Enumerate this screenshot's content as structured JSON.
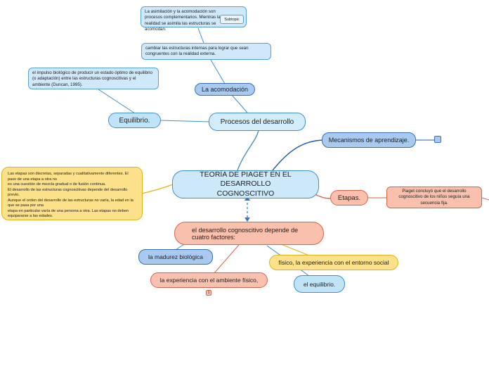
{
  "central": "TEORÍA DE PIAGET EN EL DESARROLLO COGNOSCITIVO",
  "procesos": "Procesos del desarrollo",
  "acomodacion": "La acomodación",
  "cambiar": "cambiar las estructuras internas para lograr que sean congruentes con la realidad externa.",
  "asimilacion": "La asimilación y la acomodación son procesos complementarios. Mientras la realidad se asimila las estructuras se acomodan.",
  "subtopic": "Subtopic",
  "equilibrio": "Equilibrio.",
  "impulso": "el impulso biológico de producir un estado óptimo de equilibrio (o adaptación) entre las estructuras cognoscitivas y el ambiente (Duncan, 1995).",
  "mecanismos": "Mecanismos de aprendizaje.",
  "etapas": "Etapas.",
  "piaget_note": "Piaget concluyó que el desarrollo cognoscitivo de los niños seguía una secuencia fija.",
  "etapas_note": [
    "Las etapas son discretas, separadas y cualitativamente diferentes. El paso de una etapa a otra no",
    "es una cuestión de mezcla gradual o de fusión continua.",
    "El desarrollo de las estructuras cognoscitivas depende del desarrollo previo.",
    "Aunque el orden del desarrollo de las estructuras no varía, la edad en la que se pasa por una",
    "etapa en particular varía de una persona a otra. Las etapas no deben equipararse a las edades."
  ],
  "factores": "el desarrollo cognoscitivo depende de cuatro factores:",
  "madurez": "la madurez biológica",
  "experiencia_ambiente": "la experiencia con el ambiente físico,",
  "badge": "1",
  "fisico": "físico, la experiencia con el entorno social",
  "el_equilibrio": "el equilibrio.",
  "colors": {
    "blue_line": "#3f8fc9",
    "dark_blue_line": "#1f5fb0",
    "salmon_line": "#d9644a",
    "yellow_line": "#e0b31e"
  }
}
